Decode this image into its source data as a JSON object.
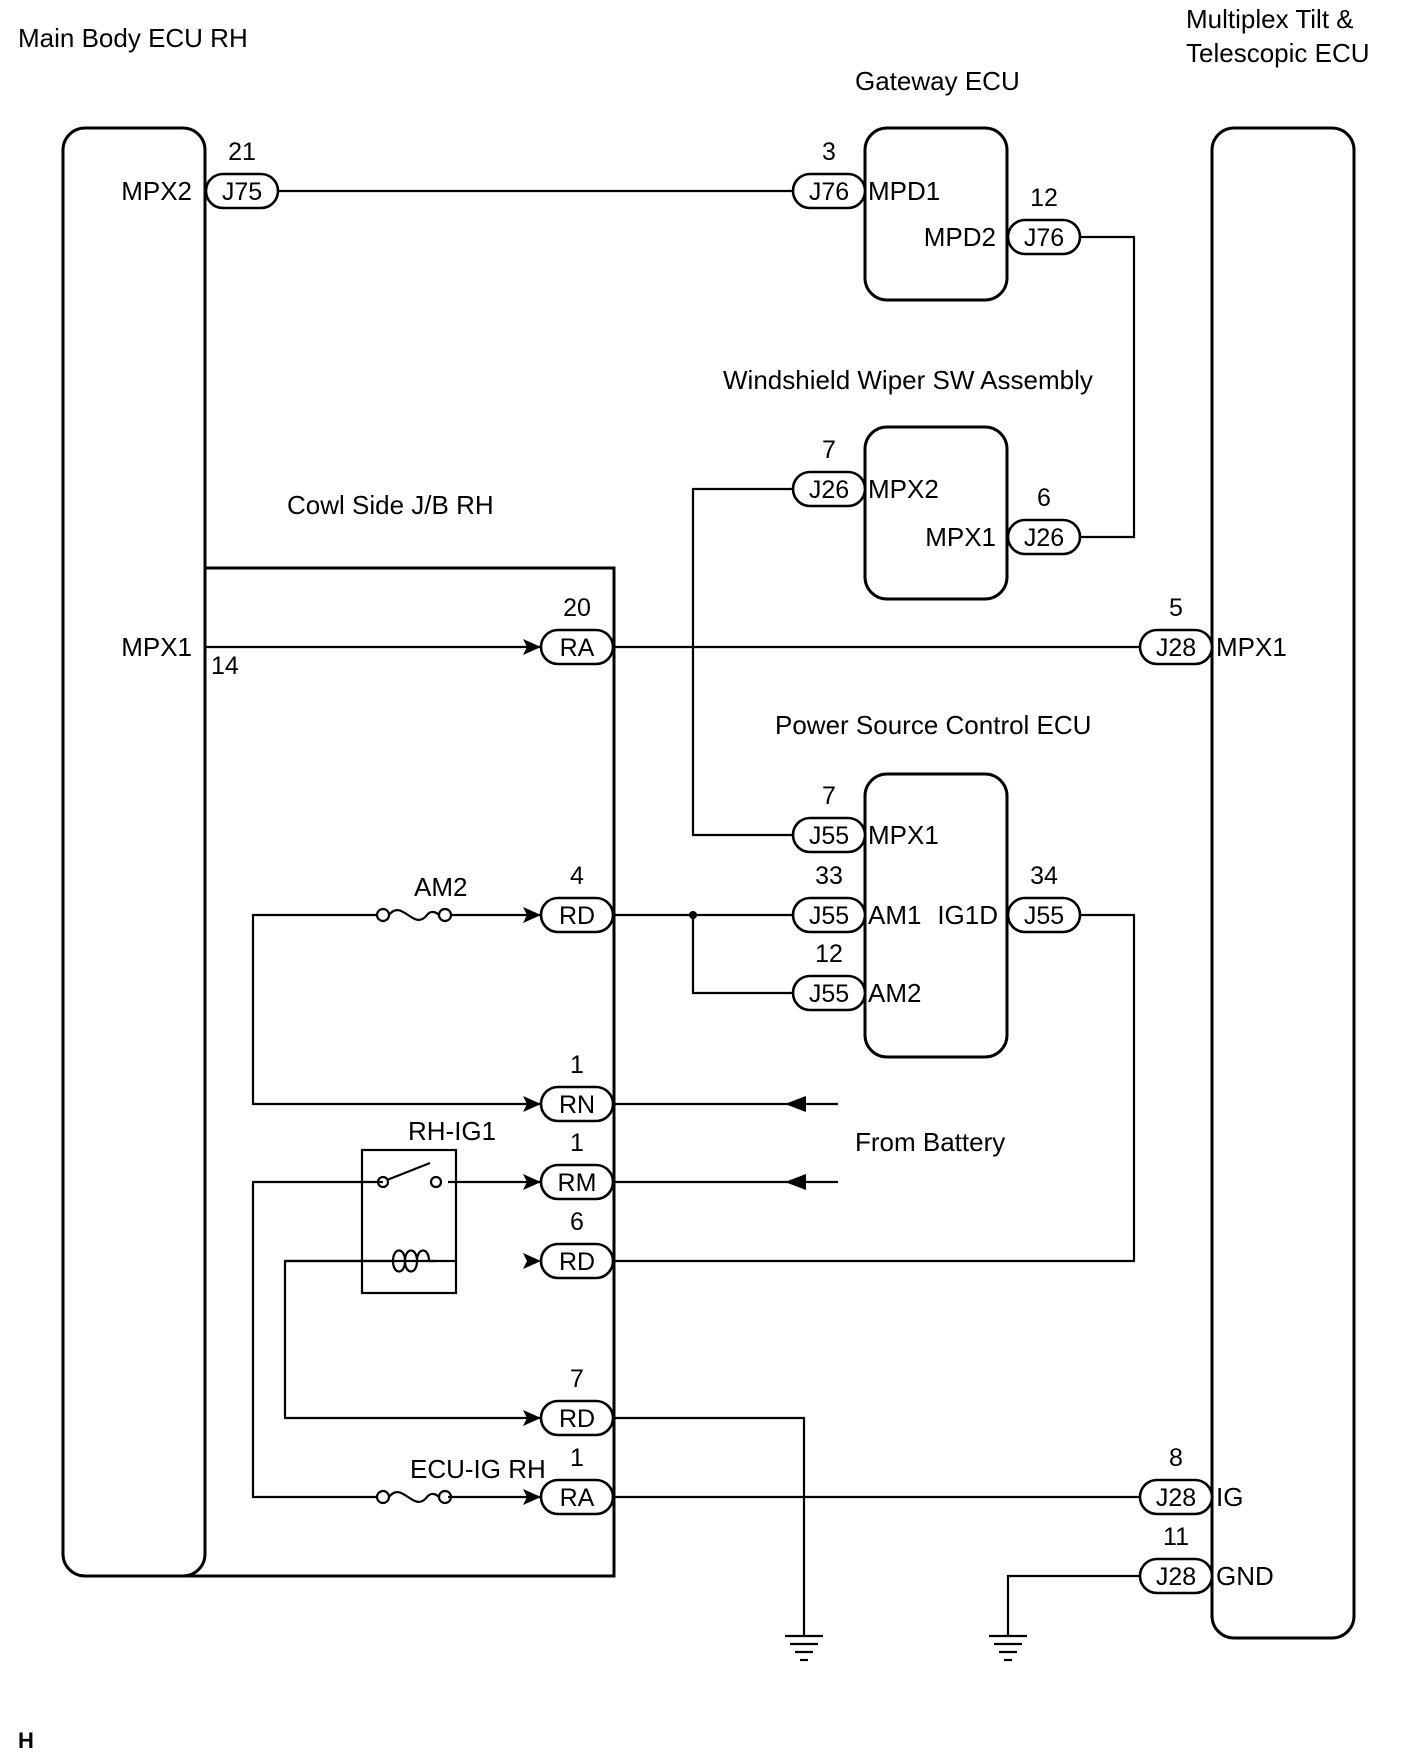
{
  "components": {
    "main_body_ecu": "Main Body ECU RH",
    "gateway_ecu": "Gateway ECU",
    "multiplex_tilt_line1": "Multiplex Tilt &",
    "multiplex_tilt_line2": "Telescopic ECU",
    "wiper_sw": "Windshield Wiper SW Assembly",
    "cowl_jb": "Cowl Side J/B RH",
    "power_source_ecu": "Power Source Control ECU"
  },
  "terminals": {
    "main_mpx2": "MPX2",
    "main_mpx1": "MPX1",
    "gw_mpd1": "MPD1",
    "gw_mpd2": "MPD2",
    "wiper_mpx2": "MPX2",
    "wiper_mpx1": "MPX1",
    "tilt_mpx1": "MPX1",
    "tilt_ig": "IG",
    "tilt_gnd": "GND",
    "ps_mpx1": "MPX1",
    "ps_am1": "AM1",
    "ps_ig1d": "IG1D",
    "ps_am2": "AM2"
  },
  "connectors": {
    "j75": {
      "code": "J75",
      "pin": "21"
    },
    "j76_3": {
      "code": "J76",
      "pin": "3"
    },
    "j76_12": {
      "code": "J76",
      "pin": "12"
    },
    "j26_7": {
      "code": "J26",
      "pin": "7"
    },
    "j26_6": {
      "code": "J26",
      "pin": "6"
    },
    "ra_20": {
      "code": "RA",
      "pin": "20"
    },
    "j28_5": {
      "code": "J28",
      "pin": "5"
    },
    "main_mpx1_pin": "14",
    "j55_7": {
      "code": "J55",
      "pin": "7"
    },
    "j55_33": {
      "code": "J55",
      "pin": "33"
    },
    "j55_34": {
      "code": "J55",
      "pin": "34"
    },
    "j55_12": {
      "code": "J55",
      "pin": "12"
    },
    "rd_4": {
      "code": "RD",
      "pin": "4"
    },
    "rn_1": {
      "code": "RN",
      "pin": "1"
    },
    "rm_1": {
      "code": "RM",
      "pin": "1"
    },
    "rd_6": {
      "code": "RD",
      "pin": "6"
    },
    "rd_7": {
      "code": "RD",
      "pin": "7"
    },
    "ra_1": {
      "code": "RA",
      "pin": "1"
    },
    "j28_8": {
      "code": "J28",
      "pin": "8"
    },
    "j28_11": {
      "code": "J28",
      "pin": "11"
    }
  },
  "fuses": {
    "am2": "AM2",
    "ecu_ig": "ECU-IG RH"
  },
  "relay": "RH-IG1",
  "from_battery": "From Battery",
  "footer_letter": "H"
}
